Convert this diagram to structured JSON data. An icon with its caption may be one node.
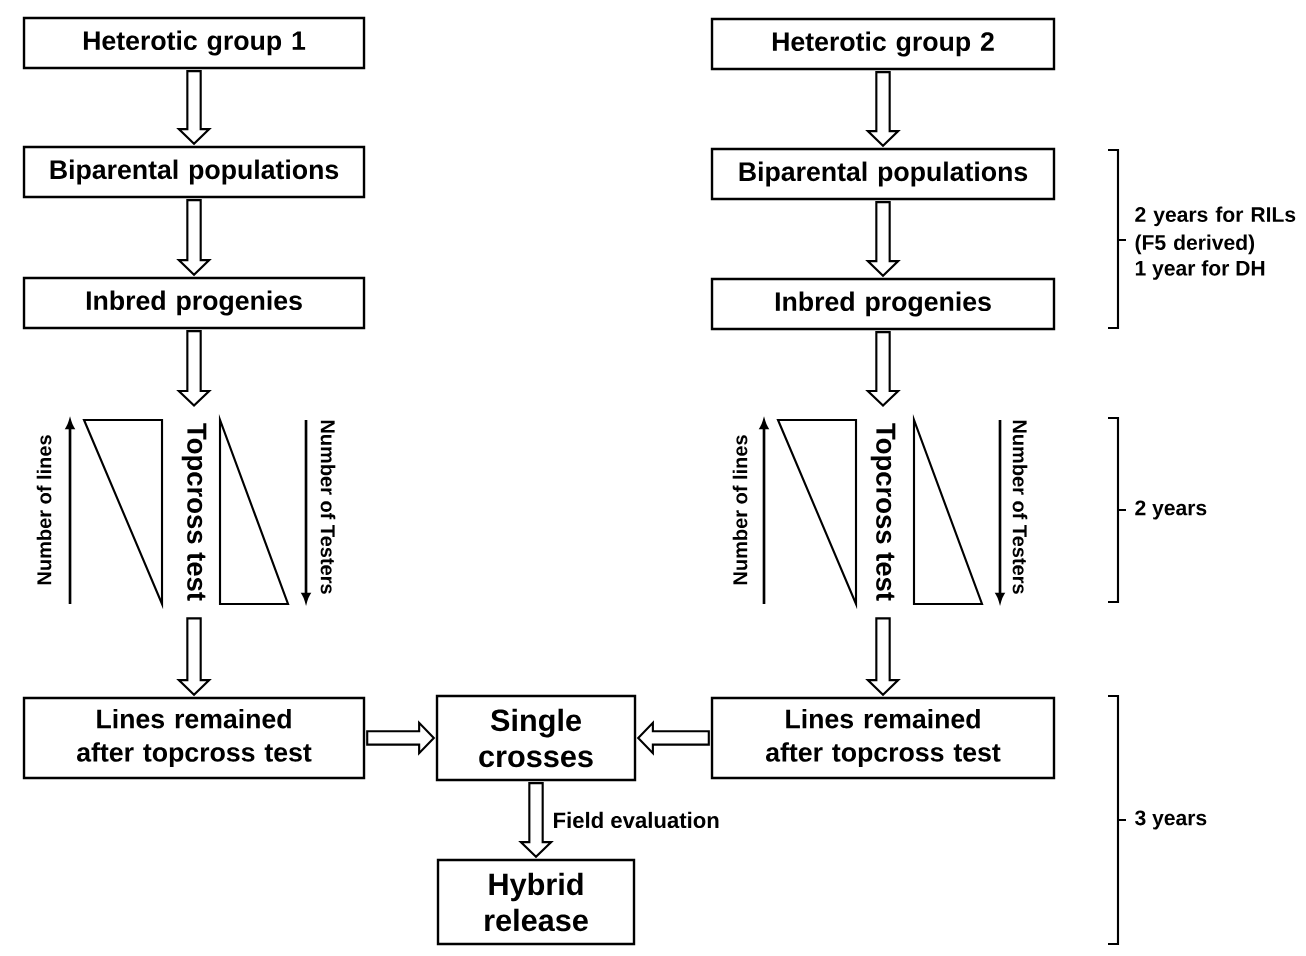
{
  "diagram": {
    "nodes": [
      {
        "text": [
          "Heterotic group 1"
        ]
      },
      {
        "text": [
          "Heterotic group 2"
        ]
      },
      {
        "text": [
          "Biparental populations"
        ]
      },
      {
        "text": [
          "Biparental populations"
        ]
      },
      {
        "text": [
          "Inbred progenies"
        ]
      },
      {
        "text": [
          "Inbred progenies"
        ]
      },
      {
        "text": [
          "Topcross test"
        ]
      },
      {
        "text": [
          "Topcross test"
        ]
      },
      {
        "text": [
          "Lines remained after topcross test"
        ]
      },
      {
        "text": [
          "Single crosses"
        ]
      },
      {
        "text": [
          "Lines remained after topcross test"
        ]
      },
      {
        "text": [
          "Hybrid release"
        ]
      }
    ],
    "edges": [
      {
        "from": 0,
        "to": 2,
        "arrow": "to"
      },
      {
        "from": 2,
        "to": 4,
        "arrow": "to"
      },
      {
        "from": 4,
        "to": 6,
        "arrow": "to"
      },
      {
        "from": 6,
        "to": 8,
        "arrow": "to"
      },
      {
        "from": 1,
        "to": 3,
        "arrow": "to"
      },
      {
        "from": 3,
        "to": 5,
        "arrow": "to"
      },
      {
        "from": 5,
        "to": 7,
        "arrow": "to"
      },
      {
        "from": 7,
        "to": 10,
        "arrow": "to"
      },
      {
        "from": 8,
        "to": 9,
        "arrow": "to"
      },
      {
        "from": 10,
        "to": 9,
        "arrow": "to"
      },
      {
        "from": 9,
        "to": 11,
        "arrow": "to",
        "label": "Field evaluation"
      }
    ],
    "labels": [
      "2 years for RILs (F5 derived)",
      "1 year for DH",
      "Number of lines",
      "Number of Testers",
      "Number of lines",
      "Number of Testers",
      "2 years",
      "3 years"
    ]
  }
}
